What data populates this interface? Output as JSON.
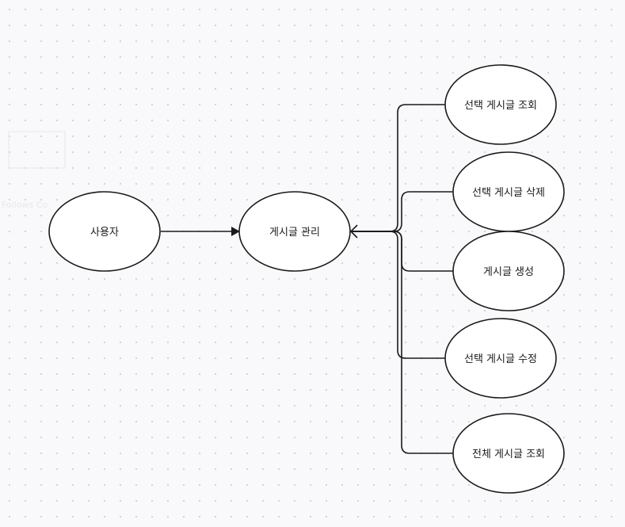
{
  "nodes": {
    "user": "사용자",
    "manage": "게시글 관리",
    "view_selected": "선택 게시글 조회",
    "delete_selected": "선택 게시글 삭제",
    "create": "게시글 생성",
    "edit_selected": "선택 게시글 수정",
    "view_all": "전체 게시글 조회"
  },
  "ghost_label": "Follows Co"
}
